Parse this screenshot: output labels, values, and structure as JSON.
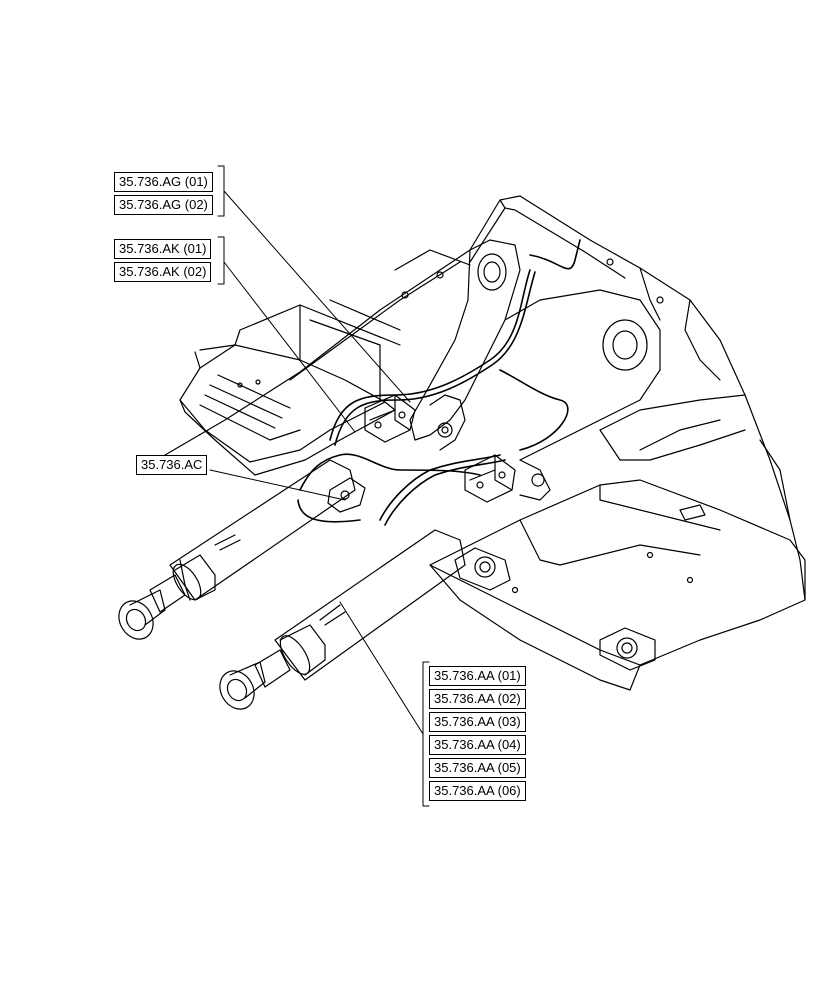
{
  "colors": {
    "line": "#000000",
    "background": "#ffffff"
  },
  "callouts": {
    "ag_group": [
      "35.736.AG (01)",
      "35.736.AG (02)"
    ],
    "ak_group": [
      "35.736.AK (01)",
      "35.736.AK (02)"
    ],
    "ac_single": "35.736.AC",
    "aa_group": [
      "35.736.AA (01)",
      "35.736.AA (02)",
      "35.736.AA (03)",
      "35.736.AA (04)",
      "35.736.AA (05)",
      "35.736.AA (06)"
    ]
  }
}
